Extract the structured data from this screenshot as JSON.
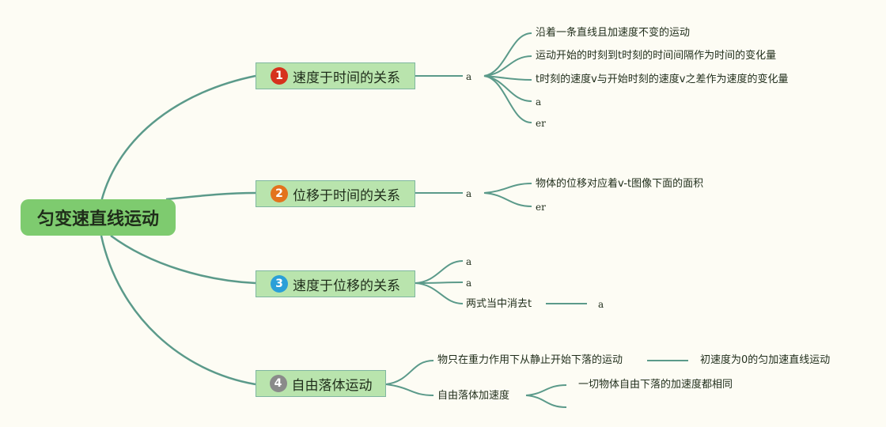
{
  "root": {
    "label": "匀变速直线运动"
  },
  "colors": {
    "line": "#5b9a8a",
    "root_fill": "#7ecb6f",
    "topic_fill": "#b9e4ad"
  },
  "topics": [
    {
      "number": "1",
      "badge_color": "#d6321d",
      "label": "速度于时间的关系",
      "hub": "a",
      "children": [
        "沿着一条直线且加速度不变的运动",
        "运动开始的时刻到t时刻的时间间隔作为时间的变化量",
        "t时刻的速度v与开始时刻的速度v之差作为速度的变化量",
        "a",
        "er"
      ]
    },
    {
      "number": "2",
      "badge_color": "#e3731d",
      "label": "位移于时间的关系",
      "hub": "a",
      "children": [
        "物体的位移对应着v-t图像下面的面积",
        "er"
      ]
    },
    {
      "number": "3",
      "badge_color": "#2a9fd8",
      "label": "速度于位移的关系",
      "children": [
        "a",
        "a",
        "两式当中消去t"
      ],
      "grandchild": "a"
    },
    {
      "number": "4",
      "badge_color": "#8a8a8a",
      "label": "自由落体运动",
      "children": [
        "物只在重力作用下从静止开始下落的运动",
        "自由落体加速度"
      ],
      "grandchildren": [
        "初速度为0的匀加速直线运动",
        "一切物体自由下落的加速度都相同",
        ""
      ]
    }
  ]
}
